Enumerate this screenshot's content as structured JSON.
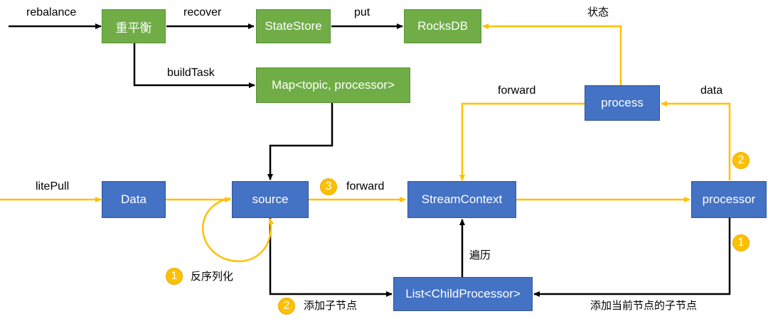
{
  "nodes": {
    "rebalance_box": "重平衡",
    "state_store": "StateStore",
    "rocksdb": "RocksDB",
    "topic_map": "Map<topic, processor>",
    "process": "process",
    "data": "Data",
    "source": "source",
    "stream_context": "StreamContext",
    "processor": "processor",
    "child_list": "List<ChildProcessor>"
  },
  "labels": {
    "rebalance": "rebalance",
    "recover": "recover",
    "put": "put",
    "state": "状态",
    "build_task": "buildTask",
    "forward_top": "forward",
    "data": "data",
    "lite_pull": "litePull",
    "forward_mid": "forward",
    "traverse": "遍历",
    "deserialize": "反序列化",
    "add_child": "添加子节点",
    "add_current_child": "添加当前节点的子节点"
  },
  "badges": {
    "deserialize_step": "1",
    "add_child_step": "2",
    "forward_step": "3",
    "data_step": "2",
    "add_current_step": "1"
  },
  "colors": {
    "green_node": "#70ad47",
    "blue_node": "#4472c4",
    "yellow_flow": "#ffc000",
    "black_flow": "#000000"
  }
}
